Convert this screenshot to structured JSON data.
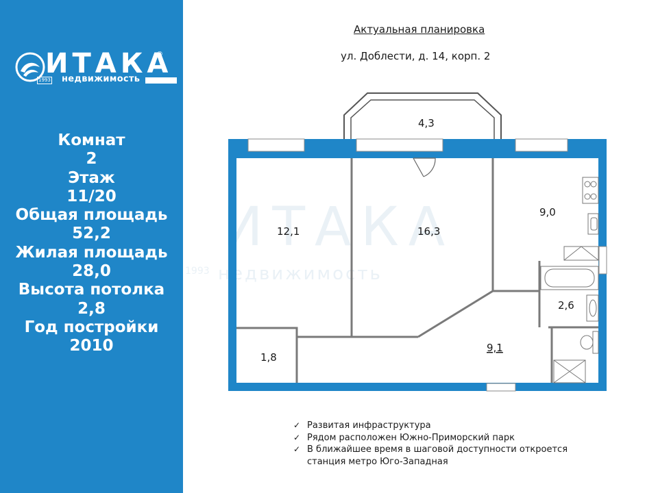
{
  "brand": {
    "name": "ИТАКА",
    "registered": "®",
    "year": "1993",
    "subtitle": "недвижимость"
  },
  "facts": [
    {
      "label": "Комнат",
      "value": "2"
    },
    {
      "label": "Этаж",
      "value": "11/20"
    },
    {
      "label": "Общая площадь",
      "value": "52,2"
    },
    {
      "label": "Жилая площадь",
      "value": "28,0"
    },
    {
      "label": "Высота потолка",
      "value": "2,8"
    },
    {
      "label": "Год постройки",
      "value": "2010"
    }
  ],
  "plan": {
    "title": "Актуальная планировка",
    "address": "ул. Доблести, д. 14, корп. 2",
    "rooms": {
      "balcony": "4,3",
      "room_left": "12,1",
      "room_middle": "16,3",
      "kitchen": "9,0",
      "bathroom": "2,6",
      "hall": "9,1",
      "closet": "1,8"
    },
    "wall_color": "#1f86c8"
  },
  "features": [
    "Развитая инфраструктура",
    "Рядом расположен Южно-Приморский парк",
    "В ближайшее время в шаговой доступности откроется",
    "станция метро Юго-Западная"
  ]
}
